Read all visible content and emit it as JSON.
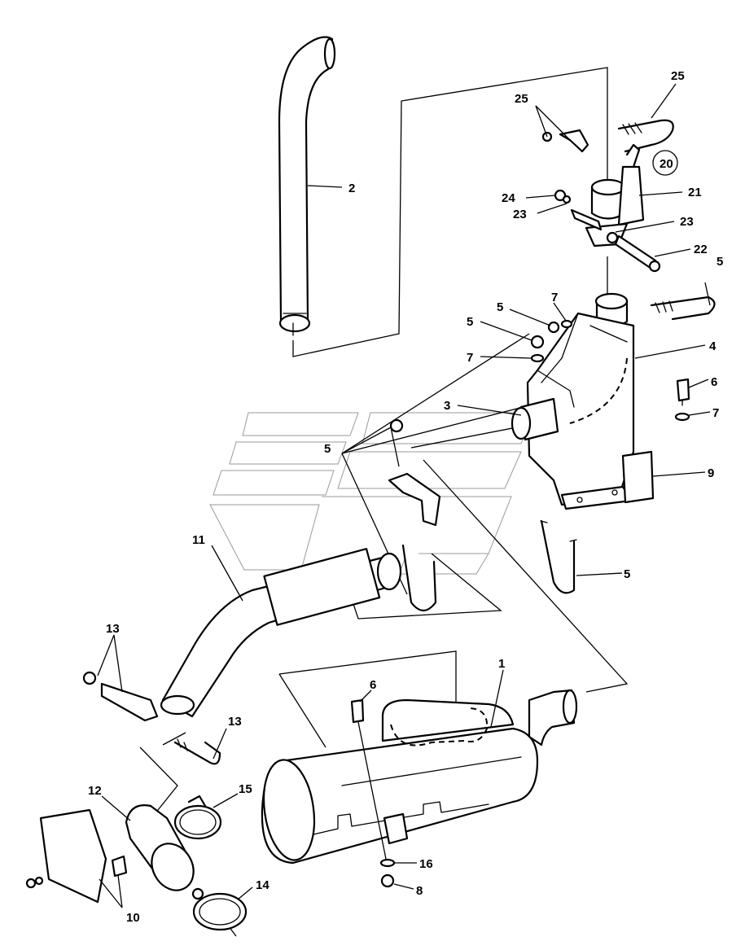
{
  "callouts": {
    "p1": "1",
    "p2": "2",
    "p3": "3",
    "p4": "4",
    "p5a": "5",
    "p5b": "5",
    "p5c": "5",
    "p5d": "5",
    "p5e": "5",
    "p6a": "6",
    "p6b": "6",
    "p7a": "7",
    "p7b": "7",
    "p7c": "7",
    "p8": "8",
    "p9": "9",
    "p10": "10",
    "p11": "11",
    "p12": "12",
    "p13a": "13",
    "p13b": "13",
    "p14": "14",
    "p15": "15",
    "p16": "16",
    "p20": "20",
    "p21": "21",
    "p22": "22",
    "p23a": "23",
    "p23b": "23",
    "p24": "24",
    "p25a": "25",
    "p25b": "25"
  }
}
